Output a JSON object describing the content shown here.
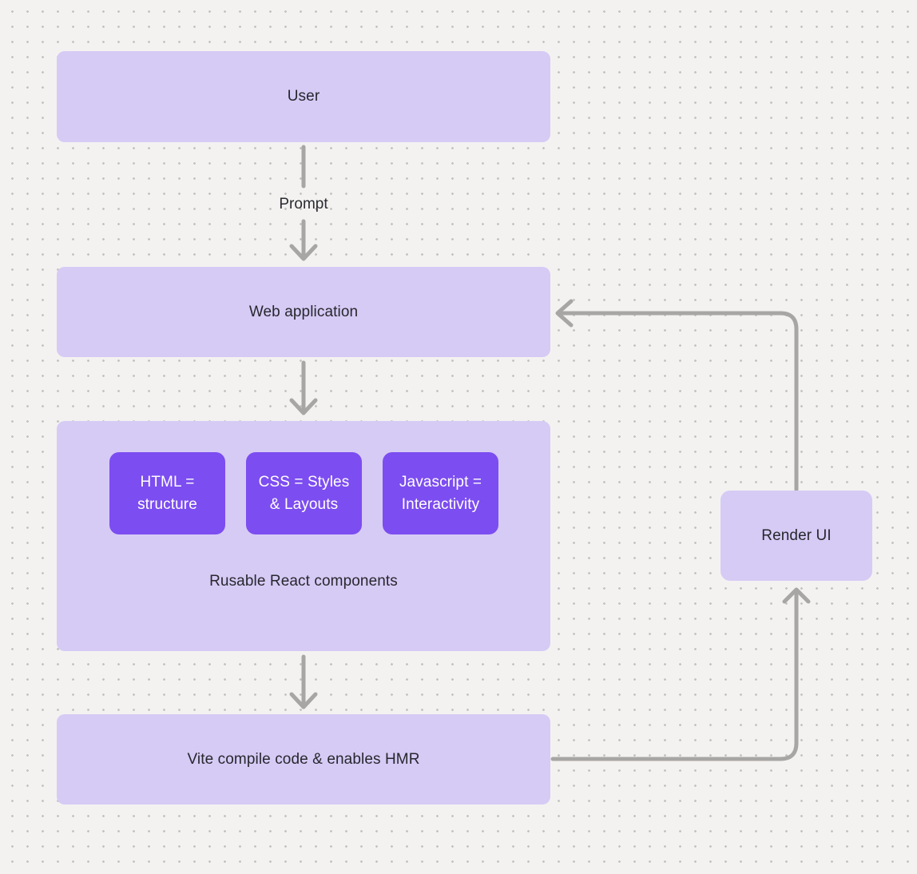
{
  "canvas": {
    "background_color": "#f3f2f1",
    "dot_grid_color": "#c4c2c0",
    "edge_color": "#a8a6a4"
  },
  "colors": {
    "node_fill": "#d6cbf5",
    "chip_fill": "#7c4df0",
    "chip_text": "#ffffff",
    "node_text": "#28272e"
  },
  "nodes": {
    "user": {
      "label": "User"
    },
    "web_application": {
      "label": "Web application"
    },
    "components_group": {
      "caption": "Rusable React components",
      "chips": [
        {
          "label": "HTML = structure"
        },
        {
          "label": "CSS = Styles & Layouts"
        },
        {
          "label": "Javascript = Interactivity"
        }
      ]
    },
    "vite": {
      "label": "Vite compile code & enables HMR"
    },
    "render_ui": {
      "label": "Render UI"
    }
  },
  "edge_labels": {
    "prompt": "Prompt"
  }
}
